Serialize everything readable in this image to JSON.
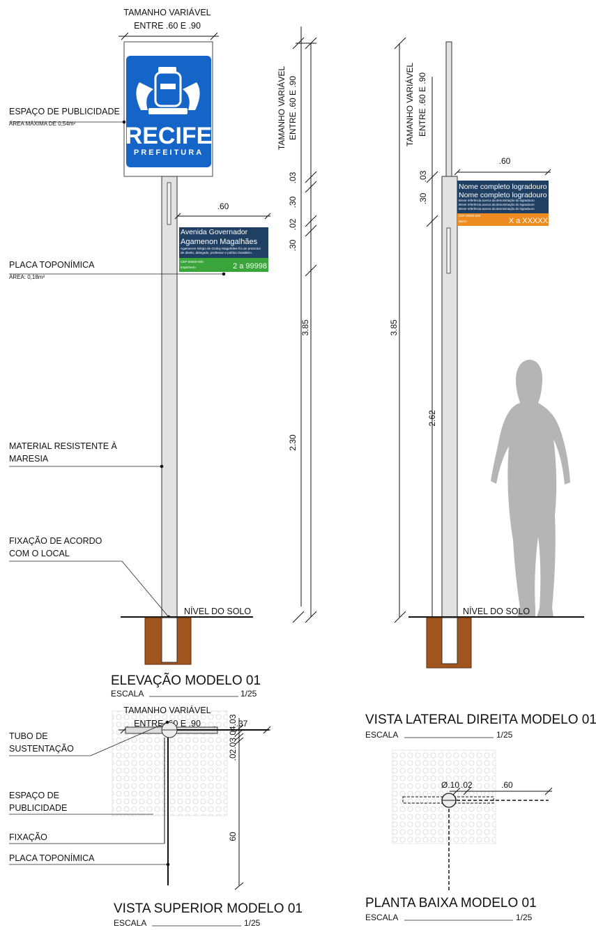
{
  "elevation": {
    "width_label_1": "TAMANHO VARIÁVEL",
    "width_label_2": "ENTRE .60 E .90",
    "logo_name": "RECIFE",
    "logo_sub": "PREFEITURA",
    "ad_space_label": "ESPAÇO DE PUBLICIDADE",
    "ad_space_note": "ÁREA MÁXIMA DE 0,54m²",
    "sign_width": ".60",
    "sign_line1": "Avenida Governador",
    "sign_line2": "Agamenon Magalhães",
    "sign_desc_1": "Agamenon Sérgio de Godoy Magalhães foi um promotor",
    "sign_desc_2": "de direito, delegado, professor e político brasileiro.",
    "sign_cep": "CEP 50000-000",
    "sign_bairro": "Espinheiro",
    "sign_numbers": "2 a 99998",
    "placa_label": "PLACA TOPONÍMICA",
    "placa_note": "ÁREA: 0,18m²",
    "material_label_1": "MATERIAL RESISTENTE À",
    "material_label_2": "MARESIA",
    "fixacao_label_1": "FIXAÇÃO DE ACORDO",
    "fixacao_label_2": "COM O LOCAL",
    "ground_label": "NÍVEL DO SOLO",
    "title": "ELEVAÇÃO MODELO 01",
    "scale_label": "ESCALA",
    "scale_value": "1/25"
  },
  "dimensions": {
    "var_1": "TAMANHO VARIÁVEL",
    "var_2": "ENTRE .60 E .90",
    "d03": ".03",
    "d30a": ".30",
    "d02": ".02",
    "d30b": ".30",
    "total": "3.85",
    "lower": "2.30"
  },
  "lateral": {
    "var_1": "TAMANHO VARIÁVEL",
    "var_2": "ENTRE .60 E .90",
    "d03": ".03",
    "d30": ".30",
    "total": "3.85",
    "lower": "2.62",
    "sign_width": ".60",
    "sign_line1": "Nome completo logradouro",
    "sign_line2": "Nome completo logradouro",
    "sign_small_1": "Breve referência acerca da denominação do logradouro",
    "sign_small_2": "Breve referência acerca da denominação do logradouro",
    "sign_small_3": "Breve referência acerca da denominação do logradouro",
    "sign_cep": "CEP 00000-000",
    "sign_bairro": "Bairro",
    "sign_numbers": "X a XXXXX",
    "ground_label": "NÍVEL DO SOLO",
    "title": "VISTA LATERAL DIREITA MODELO 01",
    "scale_label": "ESCALA",
    "scale_value": "1/25"
  },
  "top_view": {
    "var_1": "TAMANHO VARIÁVEL",
    "var_2": "ENTRE .60 E .90",
    "d37": ".37",
    "tubo_1": "TUBO DE",
    "tubo_2": "SUSTENTAÇÃO",
    "espaco_1": "ESPAÇO DE",
    "espaco_2": "PUBLICIDADE",
    "fixacao": "FIXAÇÃO",
    "placa": "PLACA TOPONÍMICA",
    "dims_stack": ".02.03.04.03",
    "d60": "60",
    "title": "VISTA SUPERIOR MODELO 01",
    "scale_label": "ESCALA",
    "scale_value": "1/25"
  },
  "plan": {
    "diameter": "Ø.10",
    "d02": ".02",
    "d60": ".60",
    "title": "PLANTA BAIXA MODELO 01",
    "scale_label": "ESCALA",
    "scale_value": "1/25"
  },
  "colors": {
    "logo_blue": "#1565c8",
    "sign_navy": "#1f3f63",
    "sign_green": "#3aa53a",
    "sign_orange": "#ee8c22",
    "soil": "#a0551e",
    "silhouette": "#b5b5b5"
  }
}
